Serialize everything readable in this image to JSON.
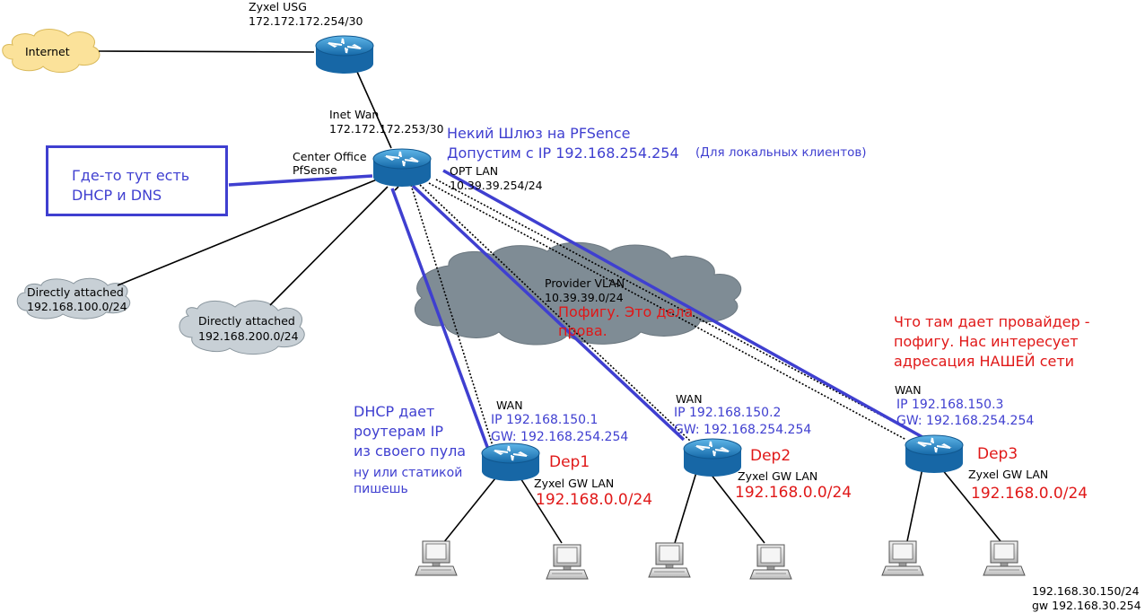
{
  "zyxel_usg": {
    "name": "Zyxel USG",
    "ip": "172.172.172.254/30"
  },
  "internet": {
    "label": "Internet"
  },
  "center": {
    "inet_wan_label": "Inet Wan",
    "inet_wan_ip": "172.172.172.253/30",
    "name_line1": "Center Office",
    "name_line2": "PfSense",
    "opt_lan_label": "OPT LAN",
    "opt_lan_ip": "10.39.39.254/24"
  },
  "gateway_note": {
    "line1": "Некий Шлюз на PFSence",
    "line2": "Допустим с IP 192.168.254.254",
    "line2_small": "(Для локальных клиентов)"
  },
  "callout": {
    "text": "Где-то тут есть\nDHCP и DNS"
  },
  "clouds": [
    {
      "line1": "Directly attached",
      "line2": "192.168.100.0/24"
    },
    {
      "line1": "Directly attached",
      "line2": "192.168.200.0/24"
    }
  ],
  "provider": {
    "line1": "Provider VLAN",
    "line2": "10.39.39.0/24",
    "note_line1": "Пофигу. Это дела",
    "note_line2": "прова."
  },
  "dhcp_note": {
    "line1": "DHCP дает",
    "line2": "роутерам IP",
    "line3": "из своего пула",
    "small1": "ну или статикой",
    "small2": "пишешь"
  },
  "provider_note": {
    "line1": "Что там дает провайдер -",
    "line2": "пофигу. Нас интересует",
    "line3": "адресация НАШЕЙ сети"
  },
  "departments": [
    {
      "name": "Dep1",
      "wan": "WAN",
      "ip": "IP 192.168.150.1",
      "gw": "GW: 192.168.254.254",
      "lan_label": "Zyxel GW LAN",
      "lan": "192.168.0.0/24"
    },
    {
      "name": "Dep2",
      "wan": "WAN",
      "ip": "IP 192.168.150.2",
      "gw": "GW: 192.168.254.254",
      "lan_label": "Zyxel GW LAN",
      "lan": "192.168.0.0/24"
    },
    {
      "name": "Dep3",
      "wan": "WAN",
      "ip": "IP 192.168.150.3",
      "gw": "GW: 192.168.254.254",
      "lan_label": "Zyxel GW LAN",
      "lan": "192.168.0.0/24"
    }
  ],
  "corner_note": {
    "line1": "192.168.30.150/24",
    "line2": "gw 192.168.30.254"
  },
  "colors": {
    "annotation_blue": "#3f3fd0",
    "annotation_red": "#e01818",
    "router_blue": "#1d87c9",
    "cloud_gray": "#7f8c95",
    "cloud_light": "#c8d0d6",
    "internet_cloud": "#fbe29a"
  }
}
